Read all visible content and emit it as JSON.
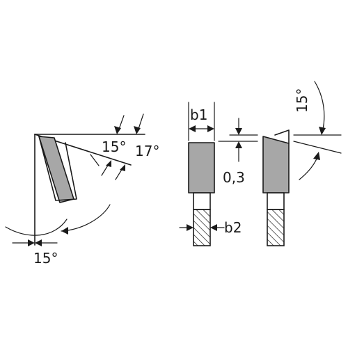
{
  "labels": {
    "hook_angle": "15°",
    "top_angle_a": "15°",
    "top_angle_b": "17°",
    "kerf_width": "b1",
    "body_width": "b2",
    "offset": "0,3",
    "side_angle": "15°"
  },
  "colors": {
    "line": "#1a1a1a",
    "carbide": "#a7a7a7",
    "background": "#ffffff"
  }
}
